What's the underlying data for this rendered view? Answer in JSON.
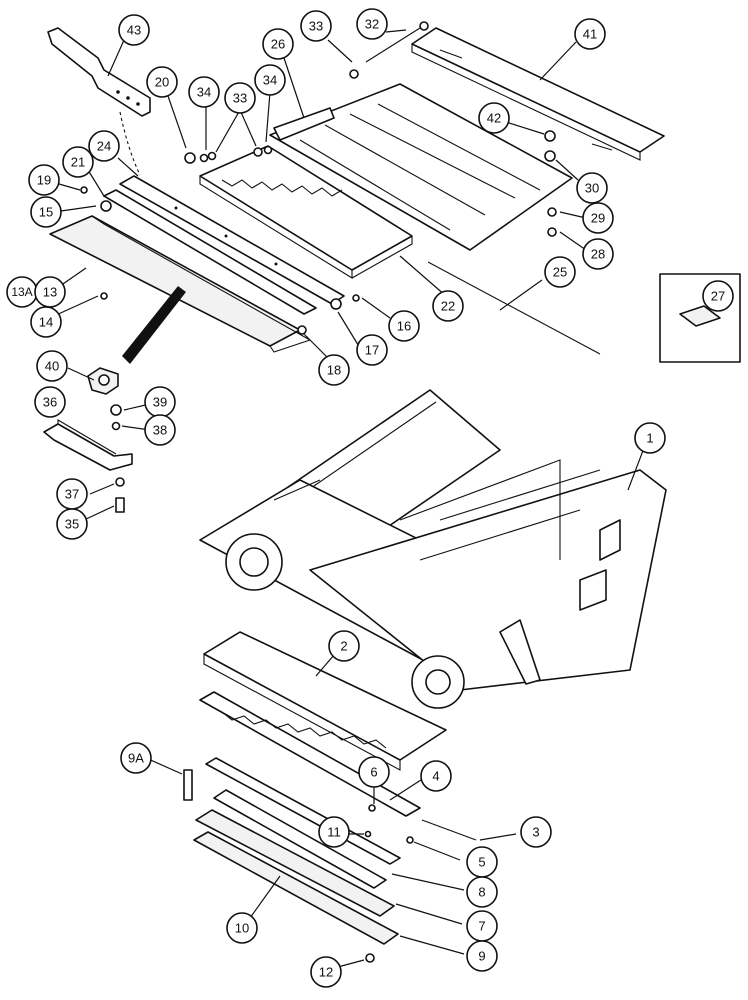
{
  "diagram": {
    "type": "exploded-parts-view",
    "callouts": [
      {
        "id": "c43",
        "label": "43"
      },
      {
        "id": "c33a",
        "label": "33"
      },
      {
        "id": "c32",
        "label": "32"
      },
      {
        "id": "c41",
        "label": "41"
      },
      {
        "id": "c26",
        "label": "26"
      },
      {
        "id": "c20",
        "label": "20"
      },
      {
        "id": "c34a",
        "label": "34"
      },
      {
        "id": "c33b",
        "label": "33"
      },
      {
        "id": "c34b",
        "label": "34"
      },
      {
        "id": "c42",
        "label": "42"
      },
      {
        "id": "c24",
        "label": "24"
      },
      {
        "id": "c30",
        "label": "30"
      },
      {
        "id": "c21",
        "label": "21"
      },
      {
        "id": "c19",
        "label": "19"
      },
      {
        "id": "c15",
        "label": "15"
      },
      {
        "id": "c29",
        "label": "29"
      },
      {
        "id": "c28",
        "label": "28"
      },
      {
        "id": "c22",
        "label": "22"
      },
      {
        "id": "c25",
        "label": "25"
      },
      {
        "id": "c13A",
        "label": "13A"
      },
      {
        "id": "c13",
        "label": "13"
      },
      {
        "id": "c27",
        "label": "27"
      },
      {
        "id": "c14",
        "label": "14"
      },
      {
        "id": "c16",
        "label": "16"
      },
      {
        "id": "c17",
        "label": "17"
      },
      {
        "id": "c18",
        "label": "18"
      },
      {
        "id": "c40",
        "label": "40"
      },
      {
        "id": "c36",
        "label": "36"
      },
      {
        "id": "c39",
        "label": "39"
      },
      {
        "id": "c38",
        "label": "38"
      },
      {
        "id": "c1",
        "label": "1"
      },
      {
        "id": "c37",
        "label": "37"
      },
      {
        "id": "c35",
        "label": "35"
      },
      {
        "id": "c2",
        "label": "2"
      },
      {
        "id": "c9A",
        "label": "9A"
      },
      {
        "id": "c6",
        "label": "6"
      },
      {
        "id": "c4",
        "label": "4"
      },
      {
        "id": "c11",
        "label": "11"
      },
      {
        "id": "c3",
        "label": "3"
      },
      {
        "id": "c5",
        "label": "5"
      },
      {
        "id": "c8",
        "label": "8"
      },
      {
        "id": "c7",
        "label": "7"
      },
      {
        "id": "c10",
        "label": "10"
      },
      {
        "id": "c9",
        "label": "9"
      },
      {
        "id": "c12",
        "label": "12"
      }
    ]
  }
}
